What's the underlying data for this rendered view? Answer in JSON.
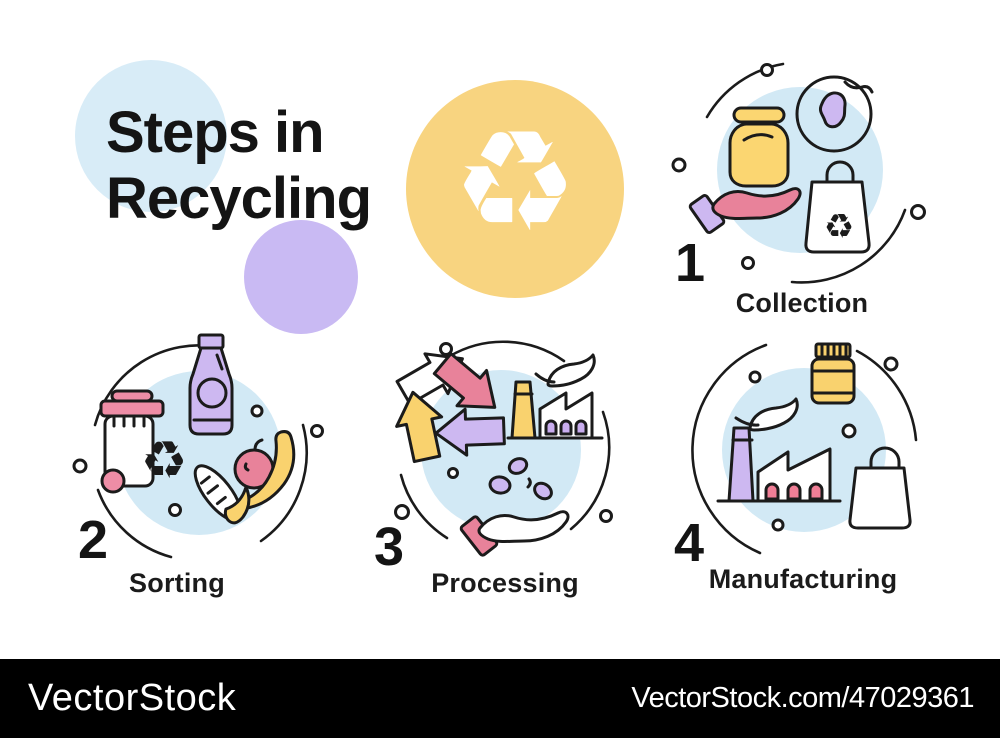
{
  "title": {
    "line1": "Steps in",
    "line2": "Recycling"
  },
  "glyphs": {
    "recycle": "♻"
  },
  "palette": {
    "hero_yellow": "#F8D480",
    "icon_yellow": "#FBD671",
    "deco_light_blue": "#D8ECF7",
    "step_circle_blue": "#D2E9F5",
    "deco_purple": "#C9BAF3",
    "icon_purple": "#CDB8F1",
    "icon_pink": "#E8829A",
    "window_pink": "#F07E96",
    "outline": "#1B1B1B",
    "watermark_bg": "#000000",
    "watermark_text": "#FFFFFF"
  },
  "steps": [
    {
      "number": "1",
      "label": "Collection",
      "icons": [
        "jar-icon",
        "globe-icon",
        "hand-icon",
        "recycle-bag-icon"
      ]
    },
    {
      "number": "2",
      "label": "Sorting",
      "icons": [
        "trash-bin-icon",
        "recycle-arrows-icon",
        "bottle-icon",
        "apple-icon",
        "banana-icon",
        "corn-icon"
      ]
    },
    {
      "number": "3",
      "label": "Processing",
      "icons": [
        "recycle-cycle-icon",
        "factory-icon",
        "leaf-icon",
        "pellets-icon",
        "hand-icon"
      ]
    },
    {
      "number": "4",
      "label": "Manufacturing",
      "icons": [
        "pill-bottle-icon",
        "leaf-icon",
        "factory-icon",
        "shopping-bag-icon"
      ]
    }
  ],
  "watermark": {
    "brand": "VectorStock",
    "url": "VectorStock.com/47029361"
  }
}
